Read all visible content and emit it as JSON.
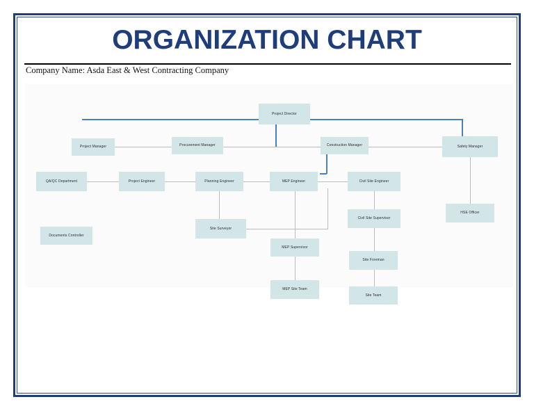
{
  "document": {
    "title": "ORGANIZATION CHART",
    "company_label": "Company Name:",
    "company_name": "Asda East & West Contracting Company",
    "company_line": "Company Name:  Asda East & West Contracting Company"
  },
  "colors": {
    "frame_border": "#1f3d7a",
    "title_text": "#1f3d7a",
    "node_fill": "#d2e6e8",
    "node_text": "#2b2b2b",
    "connector_gray": "#b9bcc0",
    "connector_blue": "#4a7fc1",
    "canvas": "#fbfbfc",
    "rule": "#000000"
  },
  "chart_data": {
    "type": "diagram",
    "title": "ORGANIZATION CHART",
    "subtitle": "Company Name:  Asda East & West Contracting Company",
    "nodes": [
      {
        "id": "project-director",
        "label": "Project Director",
        "level": 1
      },
      {
        "id": "project-manager",
        "label": "Project Manager",
        "level": 2
      },
      {
        "id": "procurement-manager",
        "label": "Procurement Manager",
        "level": 2
      },
      {
        "id": "construction-manager",
        "label": "Construction Manager",
        "level": 2
      },
      {
        "id": "safety-manager",
        "label": "Safety Manager",
        "level": 2
      },
      {
        "id": "qa-qc-department",
        "label": "QA/QC Department",
        "level": 3
      },
      {
        "id": "project-engineer",
        "label": "Project Engineer",
        "level": 3
      },
      {
        "id": "planning-engineer",
        "label": "Planning Engineer",
        "level": 3
      },
      {
        "id": "mep-engineer",
        "label": "MEP Engineer",
        "level": 3
      },
      {
        "id": "civil-site-engineer",
        "label": "Civil Site Engineer",
        "level": 3
      },
      {
        "id": "hse-officer",
        "label": "HSE Officer",
        "level": 4
      },
      {
        "id": "civil-site-supervisor",
        "label": "Civil Site Supervisor",
        "level": 4
      },
      {
        "id": "documents-controller",
        "label": "Documents Controller",
        "level": 4
      },
      {
        "id": "site-surveyor",
        "label": "Site Surveyor",
        "level": 4
      },
      {
        "id": "mep-supervisor",
        "label": "MEP Supervisor",
        "level": 5
      },
      {
        "id": "site-foreman",
        "label": "Site Foreman",
        "level": 5
      },
      {
        "id": "mep-site-team",
        "label": "MEP Site Team",
        "level": 6
      },
      {
        "id": "site-team",
        "label": "Site Team",
        "level": 6
      }
    ],
    "edges": [
      {
        "from": "project-director",
        "to": "safety-manager"
      },
      {
        "from": "project-director",
        "to": "construction-manager"
      },
      {
        "from": "project-director",
        "to": "procurement-manager"
      },
      {
        "from": "procurement-manager",
        "to": "project-manager"
      },
      {
        "from": "construction-manager",
        "to": "mep-engineer"
      },
      {
        "from": "safety-manager",
        "to": "hse-officer"
      },
      {
        "from": "planning-engineer",
        "to": "project-engineer"
      },
      {
        "from": "project-engineer",
        "to": "qa-qc-department"
      },
      {
        "from": "planning-engineer",
        "to": "site-surveyor"
      },
      {
        "from": "mep-engineer",
        "to": "mep-supervisor"
      },
      {
        "from": "mep-engineer",
        "to": "civil-site-engineer"
      },
      {
        "from": "civil-site-engineer",
        "to": "civil-site-supervisor"
      },
      {
        "from": "civil-site-supervisor",
        "to": "site-foreman"
      },
      {
        "from": "site-foreman",
        "to": "site-team"
      },
      {
        "from": "mep-supervisor",
        "to": "mep-site-team"
      },
      {
        "from": "site-surveyor",
        "to": "mep-supervisor"
      }
    ]
  },
  "nodes": {
    "project_director": "Project Director",
    "project_manager": "Project Manager",
    "procurement_manager": "Procurement Manager",
    "construction_manager": "Construction Manager",
    "safety_manager": "Safety Manager",
    "qa_qc_department": "QA/QC Department",
    "project_engineer": "Project Engineer",
    "planning_engineer": "Planning Engineer",
    "mep_engineer": "MEP Engineer",
    "civil_site_engineer": "Civil Site Engineer",
    "hse_officer": "HSE Officer",
    "civil_site_supervisor": "Civil Site Supervisor",
    "documents_controller": "Documents Controller",
    "site_surveyor": "Site Surveyor",
    "mep_supervisor": "MEP Supervisor",
    "site_foreman": "Site Foreman",
    "mep_site_team": "MEP Site Team",
    "site_team": "Site Team"
  }
}
